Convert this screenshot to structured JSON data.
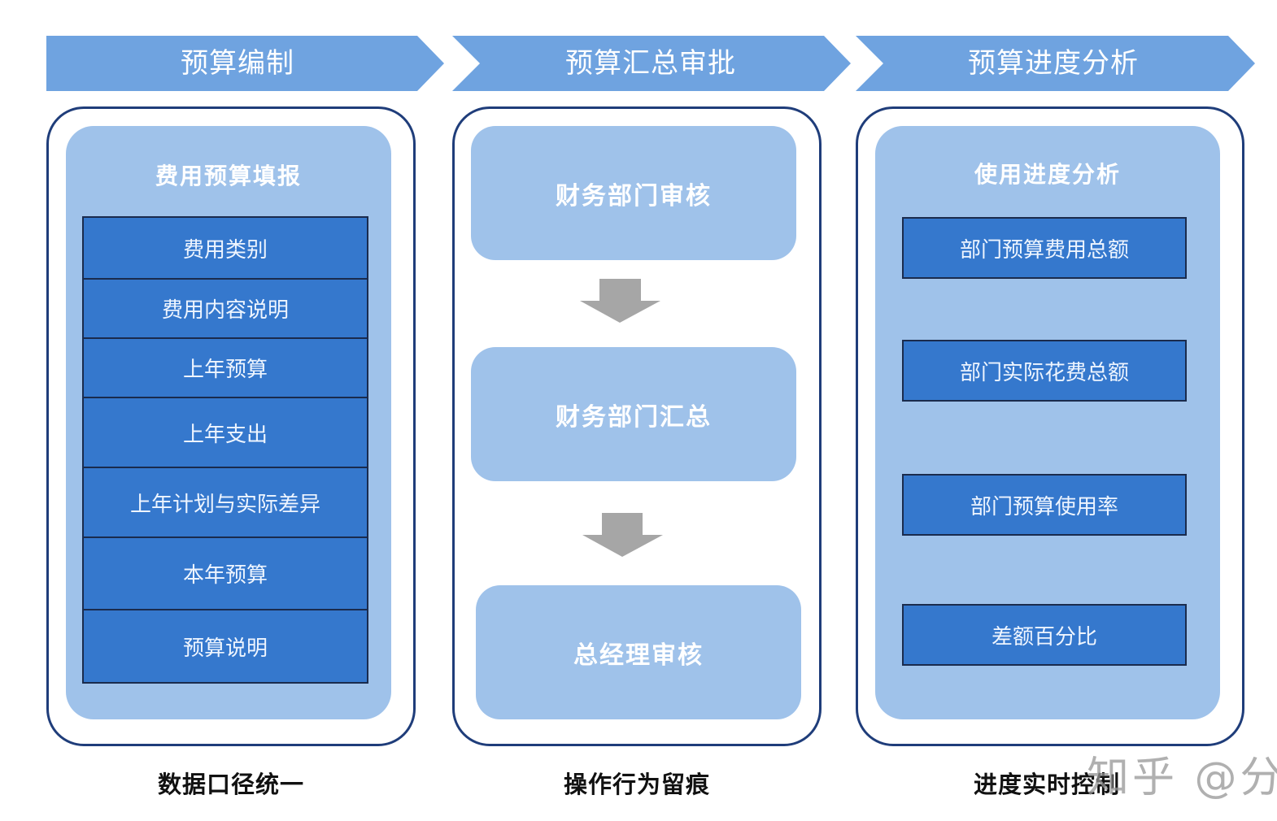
{
  "colors": {
    "chevron_fill": "#6fa3e0",
    "frame_border": "#1f3d7a",
    "panel_fill": "#9fc2ea",
    "field_fill": "#3578cd",
    "field_border": "#1a2b4d",
    "arrow_fill": "#a6a6a6"
  },
  "stages": [
    {
      "title": "预算编制",
      "panel_title": "费用预算填报",
      "fields": [
        "费用类别",
        "费用内容说明",
        "上年预算",
        "上年支出",
        "上年计划与实际差异",
        "本年预算",
        "预算说明"
      ],
      "caption": "数据口径统一"
    },
    {
      "title": "预算汇总审批",
      "steps": [
        "财务部门审核",
        "财务部门汇总",
        "总经理审核"
      ],
      "caption": "操作行为留痕"
    },
    {
      "title": "预算进度分析",
      "panel_title": "使用进度分析",
      "metrics": [
        "部门预算费用总额",
        "部门实际花费总额",
        "部门预算使用率",
        "差额百分比"
      ],
      "caption": "进度实时控制"
    }
  ],
  "watermark": "知乎 @分"
}
